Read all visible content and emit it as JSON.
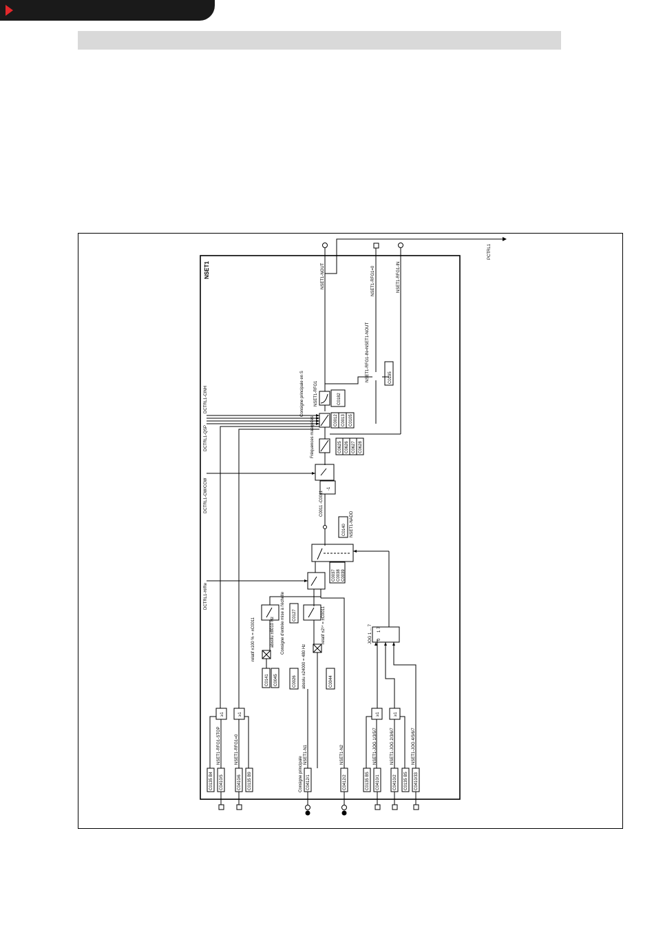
{
  "diagram": {
    "block_name": "NSET1",
    "output_pctrl": "PCTRL1",
    "out_nout": "NSET1-NOUT",
    "out_rfg1_0": "NSET1-RFG1=0",
    "out_rfg1_in": "NSET1-RFG1-IN",
    "dctrl_cinh": "DCTRL1-CINH",
    "dctrl_qsp": "DCTRL1-QSP",
    "dctrl_cw_ccw": "DCTRL1-CW/CCW",
    "dctrl_h_re": "DCTRL1-H/Re",
    "rfg_in_nout": "NSET1-RFG1-IN=NSET1-NOUT",
    "code_c0195": "C0195",
    "rfg_label": "NSET1-RFG1",
    "rfg_s_caption": "Consigne principale en S",
    "code_c0182": "C0182",
    "codes_ramp": [
      "C0012",
      "C0013",
      "C0105"
    ],
    "freq_caption": "Fréquences masquées",
    "codes_freq": [
      "C0625",
      "C0626",
      "C0627",
      "C0628"
    ],
    "inv_label": "-1",
    "c0011_label": "C0011 -C0011",
    "code_c0140": "C0140",
    "nadd_label": "NSET1-NADD",
    "codes_jog": [
      "C0037",
      "C0038",
      "C0039"
    ],
    "code_c0141": "C0141",
    "code_c0045": "C0045",
    "rel_caption": "relatif ±100 % = ±C0011",
    "abs_caption": "absolu ±8010 Hz",
    "main_caption": "Consigne d'entrée mise à l'échelle",
    "code_c0127": "C0127",
    "code_c0026": "C0026",
    "abs2_caption": "absolu ±24000 = 480 Hz",
    "rel2_caption": "relatif ±2¹⁴ = ±C0011",
    "code_c0044": "C0044",
    "jog_caption": "JOG 1 ... 7",
    "jog_values": [
      "0",
      "1",
      "7"
    ],
    "input_codes_left": [
      "C0135 B4",
      "C0410/5",
      "C0410/6",
      "C0135 B9",
      "C0412/1",
      "C0412/2",
      "C0135 B5",
      "C0410/1",
      "C0410/2",
      "C0135 B5",
      "C0410/33"
    ],
    "signal_rfg1_stop": "NSET1-RFG1-STOP",
    "signal_rfg1_0": "NSET1-RFG1=0",
    "signal_n1": "NSET1-N1",
    "signal_n2": "NSET1-N2",
    "signal_jog135": "NSET1-JOG 1/3/5/7",
    "signal_jog236": "NSET1-JOG 2/3/6/7",
    "signal_jog456": "NSET1-JOG 4/5/6/7",
    "main_setpoint_caption": "Consigne principale",
    "ge1": "≥1"
  }
}
